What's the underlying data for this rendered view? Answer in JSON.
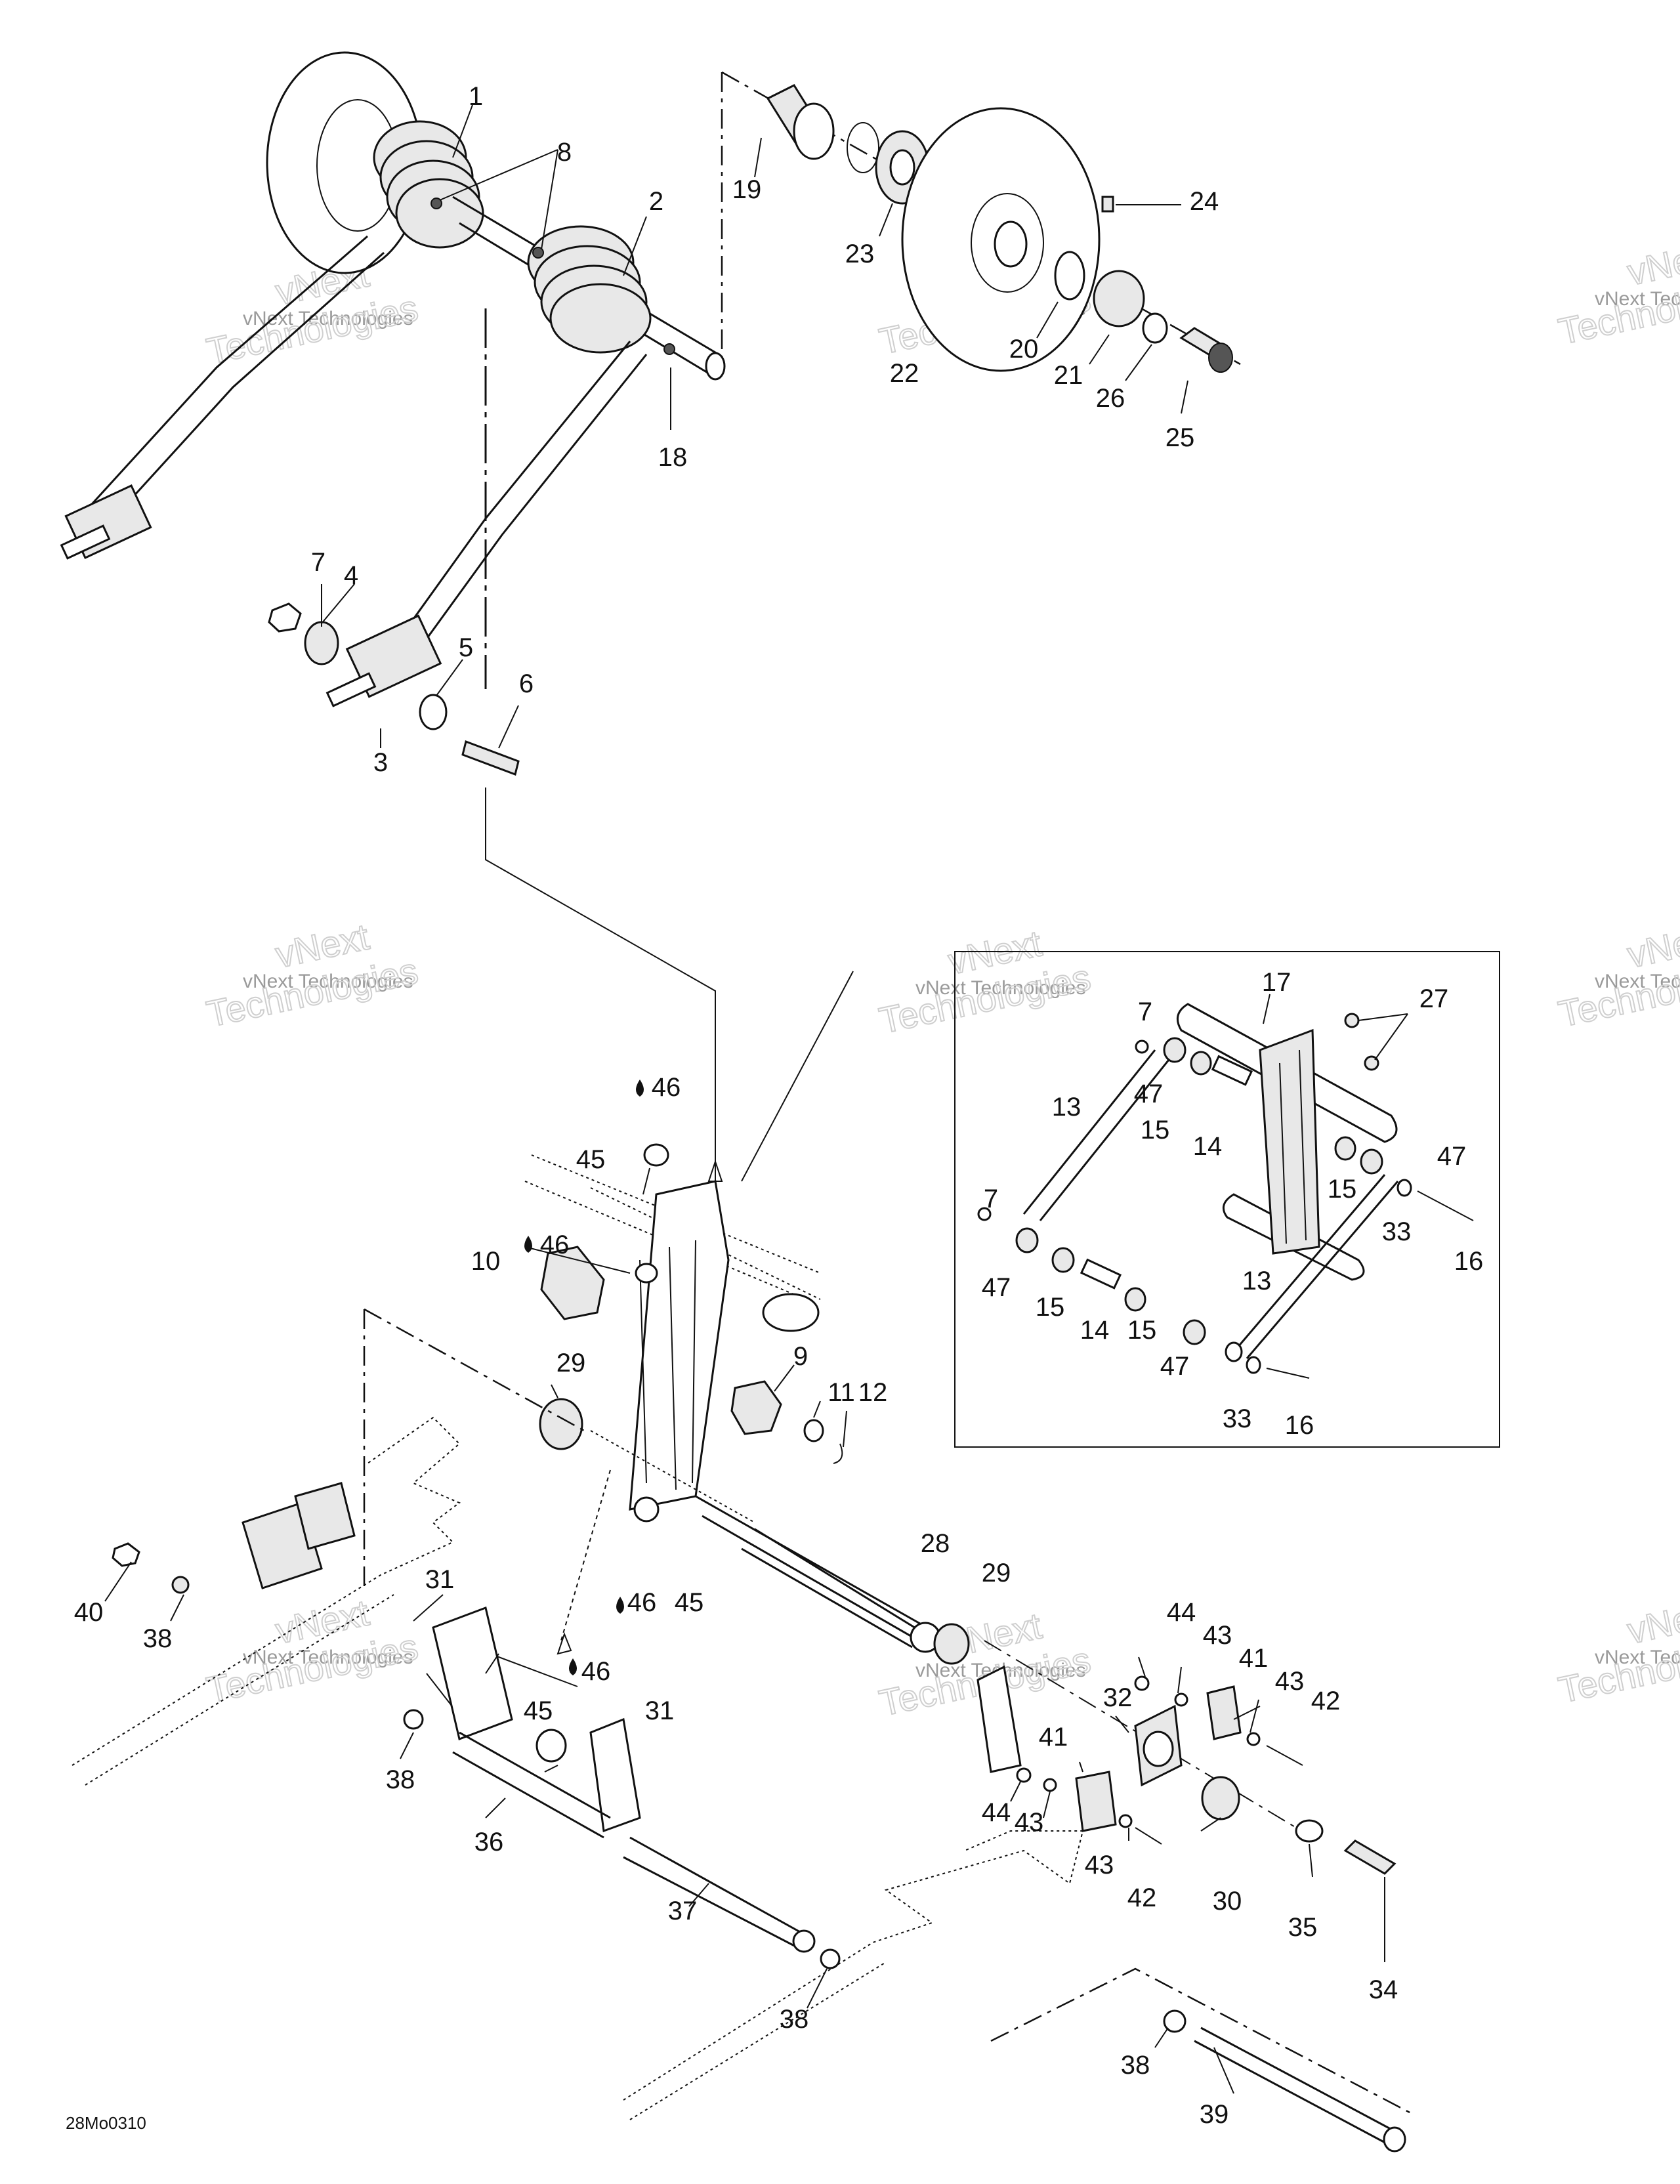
{
  "diagram_code": "28Mo0310",
  "watermark": {
    "line1": "vNext Technologies",
    "line2": "vNext",
    "line3": "Technologies"
  },
  "lubricant_icon": "oil-drop-icon",
  "callouts": [
    {
      "id": "1",
      "text": "1"
    },
    {
      "id": "2",
      "text": "2"
    },
    {
      "id": "3",
      "text": "3"
    },
    {
      "id": "4",
      "text": "4"
    },
    {
      "id": "5",
      "text": "5"
    },
    {
      "id": "6",
      "text": "6"
    },
    {
      "id": "7a",
      "text": "7"
    },
    {
      "id": "8",
      "text": "8"
    },
    {
      "id": "18",
      "text": "18"
    },
    {
      "id": "19",
      "text": "19"
    },
    {
      "id": "20",
      "text": "20"
    },
    {
      "id": "21",
      "text": "21"
    },
    {
      "id": "22",
      "text": "22"
    },
    {
      "id": "23",
      "text": "23"
    },
    {
      "id": "24",
      "text": "24"
    },
    {
      "id": "25",
      "text": "25"
    },
    {
      "id": "26",
      "text": "26"
    },
    {
      "id": "17",
      "text": "17"
    },
    {
      "id": "27",
      "text": "27"
    },
    {
      "id": "7b",
      "text": "7"
    },
    {
      "id": "47a",
      "text": "47"
    },
    {
      "id": "15a",
      "text": "15"
    },
    {
      "id": "14a",
      "text": "14"
    },
    {
      "id": "13a",
      "text": "13"
    },
    {
      "id": "47b",
      "text": "47"
    },
    {
      "id": "15b",
      "text": "15"
    },
    {
      "id": "7c",
      "text": "7"
    },
    {
      "id": "33a",
      "text": "33"
    },
    {
      "id": "16a",
      "text": "16"
    },
    {
      "id": "47c",
      "text": "47"
    },
    {
      "id": "15c",
      "text": "15"
    },
    {
      "id": "14b",
      "text": "14"
    },
    {
      "id": "15d",
      "text": "15"
    },
    {
      "id": "13b",
      "text": "13"
    },
    {
      "id": "47d",
      "text": "47"
    },
    {
      "id": "33b",
      "text": "33"
    },
    {
      "id": "16b",
      "text": "16"
    },
    {
      "id": "46a",
      "text": "46"
    },
    {
      "id": "45a",
      "text": "45"
    },
    {
      "id": "46b",
      "text": "46"
    },
    {
      "id": "10",
      "text": "10"
    },
    {
      "id": "29a",
      "text": "29"
    },
    {
      "id": "9",
      "text": "9"
    },
    {
      "id": "11",
      "text": "11"
    },
    {
      "id": "12",
      "text": "12"
    },
    {
      "id": "40",
      "text": "40"
    },
    {
      "id": "38a",
      "text": "38"
    },
    {
      "id": "31a",
      "text": "31"
    },
    {
      "id": "46c",
      "text": "46"
    },
    {
      "id": "45b",
      "text": "45"
    },
    {
      "id": "46d",
      "text": "46"
    },
    {
      "id": "45c",
      "text": "45"
    },
    {
      "id": "31b",
      "text": "31"
    },
    {
      "id": "38b",
      "text": "38"
    },
    {
      "id": "36",
      "text": "36"
    },
    {
      "id": "37",
      "text": "37"
    },
    {
      "id": "38c",
      "text": "38"
    },
    {
      "id": "28",
      "text": "28"
    },
    {
      "id": "29b",
      "text": "29"
    },
    {
      "id": "32",
      "text": "32"
    },
    {
      "id": "44a",
      "text": "44"
    },
    {
      "id": "43a",
      "text": "43"
    },
    {
      "id": "41a",
      "text": "41"
    },
    {
      "id": "43b",
      "text": "43"
    },
    {
      "id": "42a",
      "text": "42"
    },
    {
      "id": "41b",
      "text": "41"
    },
    {
      "id": "44b",
      "text": "44"
    },
    {
      "id": "43c",
      "text": "43"
    },
    {
      "id": "43d",
      "text": "43"
    },
    {
      "id": "42b",
      "text": "42"
    },
    {
      "id": "30",
      "text": "30"
    },
    {
      "id": "35",
      "text": "35"
    },
    {
      "id": "34",
      "text": "34"
    },
    {
      "id": "38d",
      "text": "38"
    },
    {
      "id": "39",
      "text": "39"
    }
  ]
}
